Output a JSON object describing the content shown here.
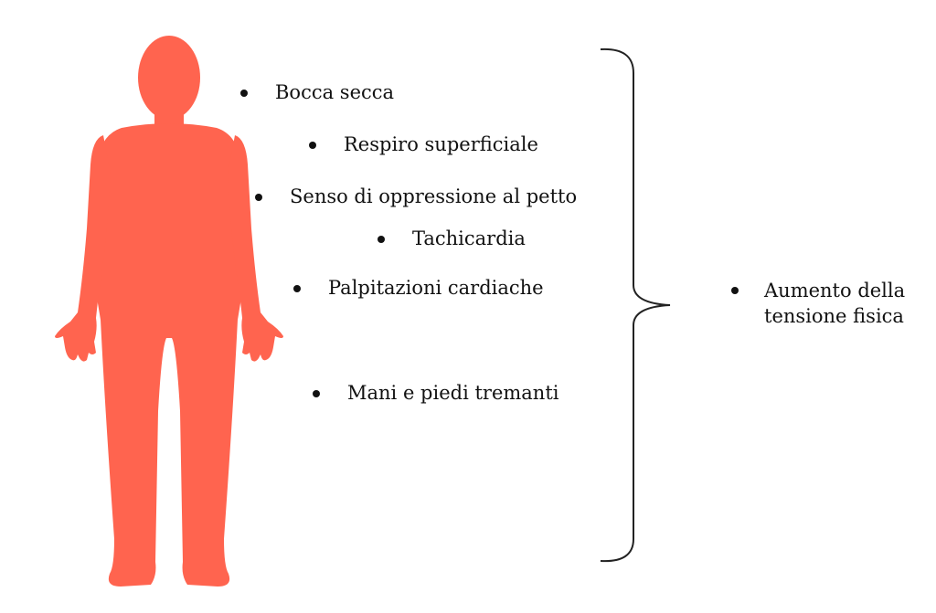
{
  "figure": {
    "icon": "human-body-silhouette-icon",
    "color": "#FF644F"
  },
  "symptoms": [
    "Bocca secca",
    "Respiro superficiale",
    "Senso di oppressione al petto",
    "Tachicardia",
    "Palpitazioni cardiache",
    "Mani e piedi tremanti"
  ],
  "result": {
    "label_line1": "Aumento della",
    "label_line2": "tensione fisica"
  },
  "brace": {
    "icon": "right-curly-brace-icon"
  }
}
